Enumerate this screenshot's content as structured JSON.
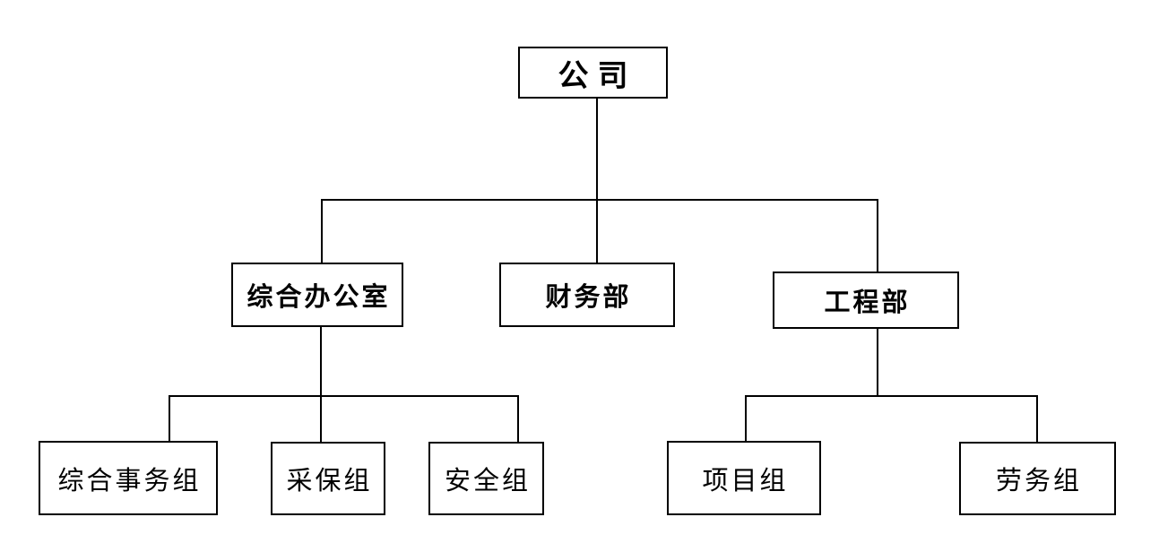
{
  "diagram": {
    "type": "org-chart",
    "background_color": "#ffffff",
    "line_color": "#000000",
    "box_border_color": "#000000",
    "box_fill_color": "#ffffff",
    "nodes": {
      "company": {
        "label": "公司",
        "level": 1
      },
      "general_office": {
        "label": "综合办公室",
        "level": 2
      },
      "finance": {
        "label": "财务部",
        "level": 2
      },
      "engineering": {
        "label": "工程部",
        "level": 2
      },
      "general_affairs": {
        "label": "综合事务组",
        "level": 3
      },
      "procurement": {
        "label": "采保组",
        "level": 3
      },
      "safety": {
        "label": "安全组",
        "level": 3
      },
      "project": {
        "label": "项目组",
        "level": 3
      },
      "labor": {
        "label": "劳务组",
        "level": 3
      }
    },
    "edges": [
      {
        "from": "company",
        "to": "general_office"
      },
      {
        "from": "company",
        "to": "finance"
      },
      {
        "from": "company",
        "to": "engineering"
      },
      {
        "from": "general_office",
        "to": "general_affairs"
      },
      {
        "from": "general_office",
        "to": "procurement"
      },
      {
        "from": "general_office",
        "to": "safety"
      },
      {
        "from": "engineering",
        "to": "project"
      },
      {
        "from": "engineering",
        "to": "labor"
      }
    ]
  }
}
